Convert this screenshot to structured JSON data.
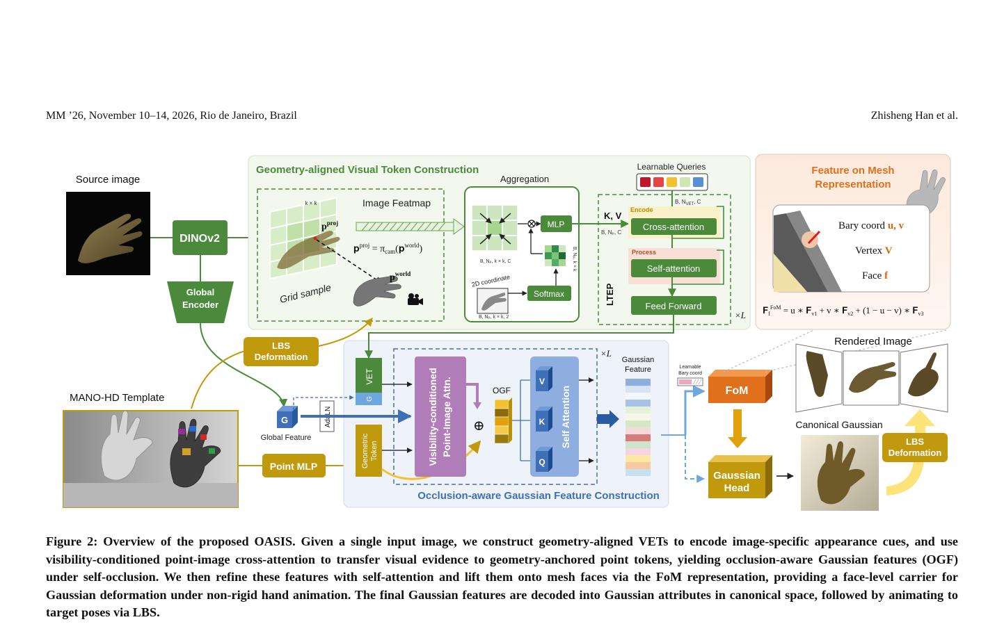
{
  "header": {
    "left": "MM ’26, November 10–14, 2026, Rio de Janeiro, Brazil",
    "right": "Zhisheng Han et al."
  },
  "figure": {
    "source_image": "Source image",
    "dinov2": "DINOv2",
    "global_encoder": [
      "Global",
      "Encoder"
    ],
    "gvtc_title": "Geometry-aligned Visual Token Construction",
    "kxk": "k × k",
    "image_featmap": "Image Featmap",
    "p_proj_formula": "p",
    "grid_sample": "Grid sample",
    "p_world": "p",
    "aggregation": "Aggregation",
    "mlp": "MLP",
    "softmax": "Softmax",
    "coord_2d": "2D coordinate",
    "learnable_queries": "Learnable Queries",
    "kv": "K, V",
    "q": "Q",
    "encode": "Encode",
    "process": "Process",
    "cross_attention": "Cross-attention",
    "self_attention": "Self-attention",
    "feed_forward": "Feed Forward",
    "ltep": "LTEP",
    "times_l": "×L",
    "fom_title": [
      "Feature on Mesh",
      "Representation"
    ],
    "bary_coord": "Bary coord",
    "bary_uv": "u, v",
    "vertex": "Vertex",
    "vertex_v": "V",
    "face": "Face",
    "face_f": "f",
    "lbs_deformation": [
      "LBS",
      "Deformation"
    ],
    "mano_template": "MANO-HD Template",
    "global_feature": "Global Feature",
    "g_label": "G",
    "adaln": "AdaLN",
    "point_mlp": "Point MLP",
    "vet": "VET",
    "geometric_token": [
      "Geometric",
      "Token"
    ],
    "vcpia": [
      "Visibility-conditioned",
      "Point-Image Attn."
    ],
    "ogf": "OGF",
    "v": "V",
    "k": "K",
    "self_attention_vertical": "Self Attention",
    "gaussian_feature": [
      "Gaussian",
      "Feature"
    ],
    "learnable_bary": [
      "Learnable",
      "Bary coord"
    ],
    "fom": "FoM",
    "gaussian_head": [
      "Gaussian",
      "Head"
    ],
    "ogfc_title": "Occlusion-aware Gaussian Feature Construction",
    "rendered_image": "Rendered Image",
    "canonical_gaussian": "Canonical Gaussian",
    "colors": {
      "green": "#4b8a3a",
      "olive": "#c09a0c",
      "purple": "#b07db8",
      "blue": "#3f6fb6",
      "orange": "#e0701c"
    }
  },
  "caption": "Figure 2: Overview of the proposed OASIS. Given a single input image, we construct geometry-aligned VETs to encode image-specific appearance cues, and use visibility-conditioned point-image cross-attention to transfer visual evidence to geometry-anchored point tokens, yielding occlusion-aware Gaussian features (OGF) under self-occlusion. We then refine these features with self-attention and lift them onto mesh faces via the FoM representation, providing a face-level carrier for Gaussian deformation under non-rigid hand animation. The final Gaussian features are decoded into Gaussian attributes in canonical space, followed by animating to target poses via LBS."
}
